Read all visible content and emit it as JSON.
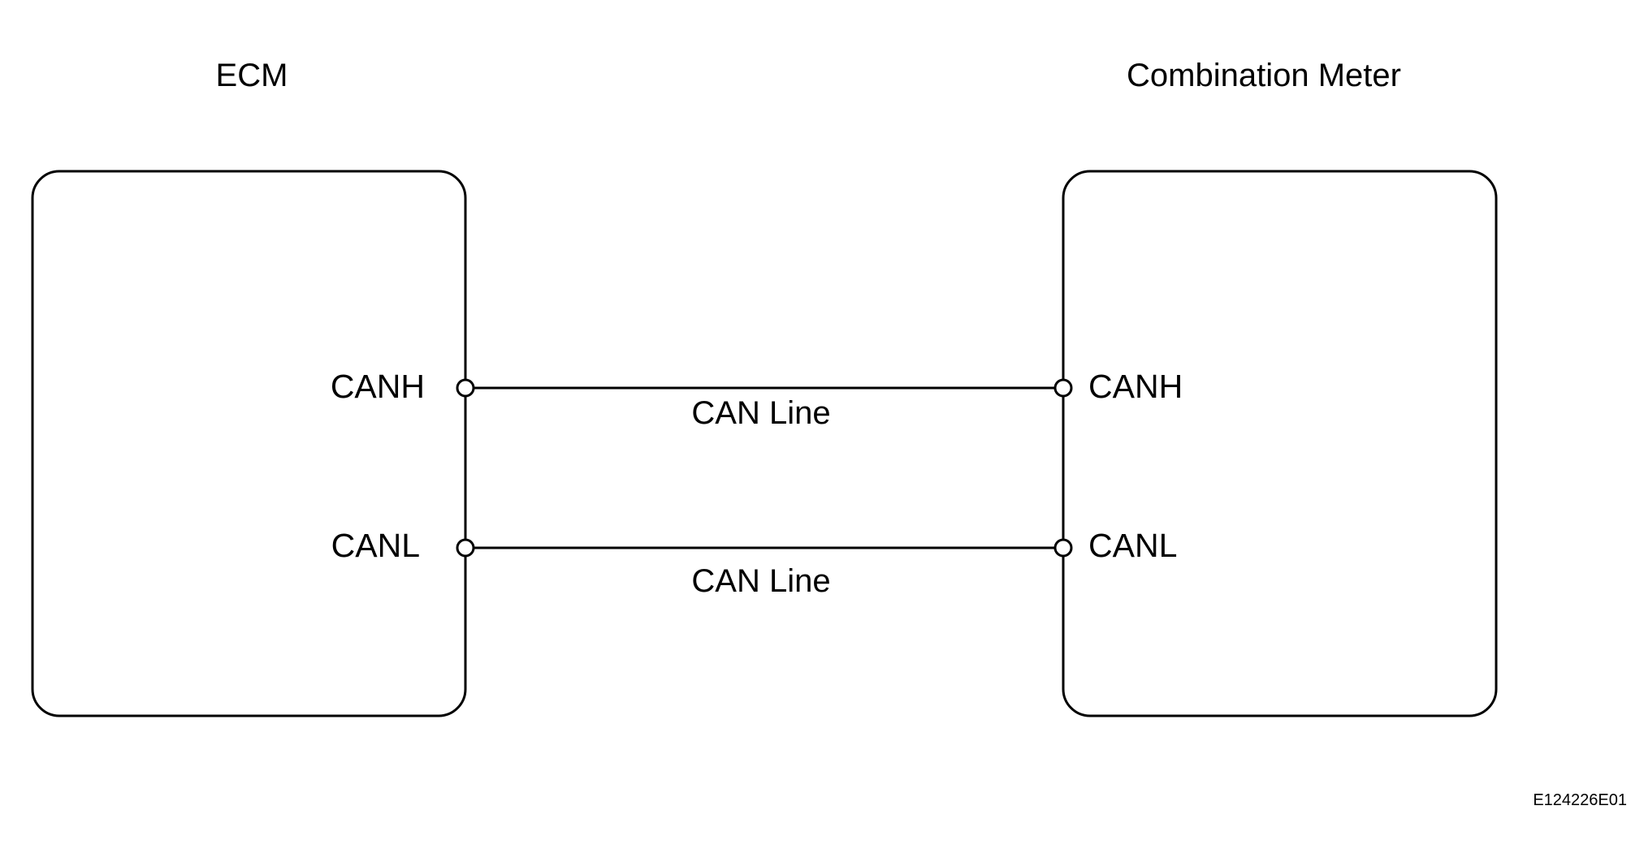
{
  "components": {
    "left": {
      "title": "ECM",
      "pins": {
        "high": "CANH",
        "low": "CANL"
      }
    },
    "right": {
      "title": "Combination Meter",
      "pins": {
        "high": "CANH",
        "low": "CANL"
      }
    }
  },
  "connections": [
    {
      "label": "CAN Line"
    },
    {
      "label": "CAN Line"
    }
  ],
  "figure_code": "E124226E01",
  "colors": {
    "line": "#000000",
    "background": "#ffffff"
  }
}
